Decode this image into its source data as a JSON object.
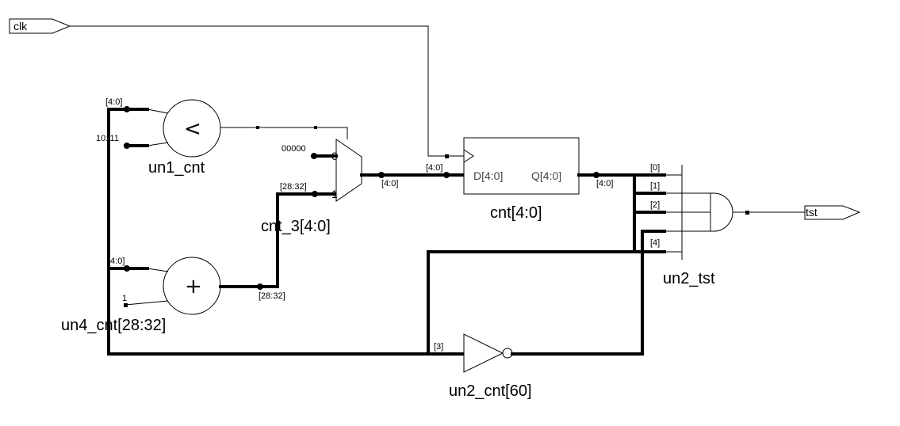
{
  "ports": {
    "clk": "clk",
    "tst": "tst"
  },
  "instances": {
    "comparator": {
      "name": "un1_cnt",
      "op": "<",
      "in_bus": "[4:0]",
      "const": "10111"
    },
    "adder": {
      "name": "un4_cnt[28:32]",
      "op": "+",
      "in_bus": "[4:0]",
      "const": "1",
      "out_bus": "[28:32]"
    },
    "mux": {
      "name": "cnt_3[4:0]",
      "in0_const": "00000",
      "sel0": "0",
      "sel1": "1",
      "in1_bus": "[28:32]",
      "out_bus": "[4:0]"
    },
    "register": {
      "name": "cnt[4:0]",
      "d_pin": "D[4:0]",
      "q_pin": "Q[4:0]",
      "d_bus": "[4:0]",
      "q_bus": "[4:0]"
    },
    "and_gate": {
      "name": "un2_tst",
      "taps": [
        "[0]",
        "[1]",
        "[2]",
        "[4]"
      ]
    },
    "inverter": {
      "name": "un2_cnt[60]",
      "in_bus": "[3]"
    }
  },
  "colors": {
    "wire": "#000000",
    "background": "#ffffff",
    "pin_text": "#444444"
  }
}
